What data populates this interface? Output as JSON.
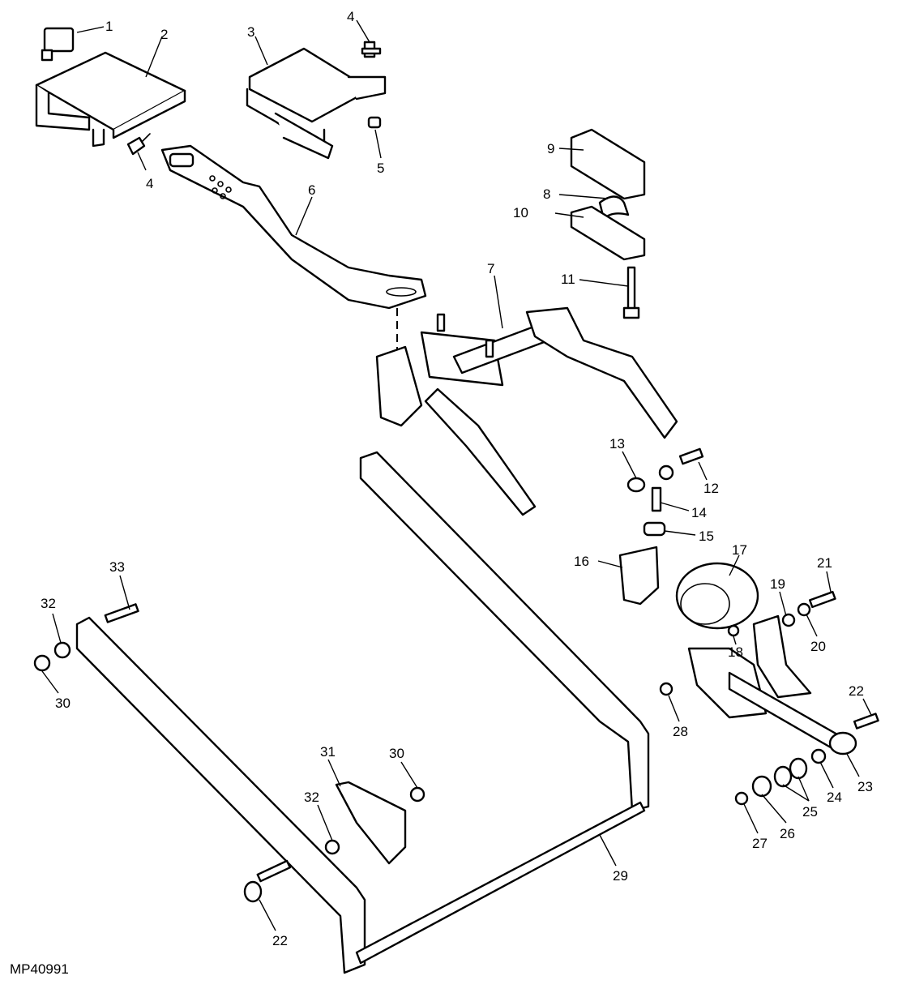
{
  "figure_id": "MP40991",
  "callouts": [
    "1",
    "2",
    "3",
    "4",
    "4",
    "5",
    "6",
    "7",
    "8",
    "9",
    "10",
    "11",
    "12",
    "13",
    "14",
    "15",
    "16",
    "17",
    "18",
    "19",
    "20",
    "21",
    "22",
    "22",
    "23",
    "24",
    "25",
    "26",
    "27",
    "28",
    "29",
    "30",
    "30",
    "31",
    "32",
    "32",
    "33"
  ],
  "colors": {
    "line": "#000000",
    "background": "#ffffff"
  }
}
